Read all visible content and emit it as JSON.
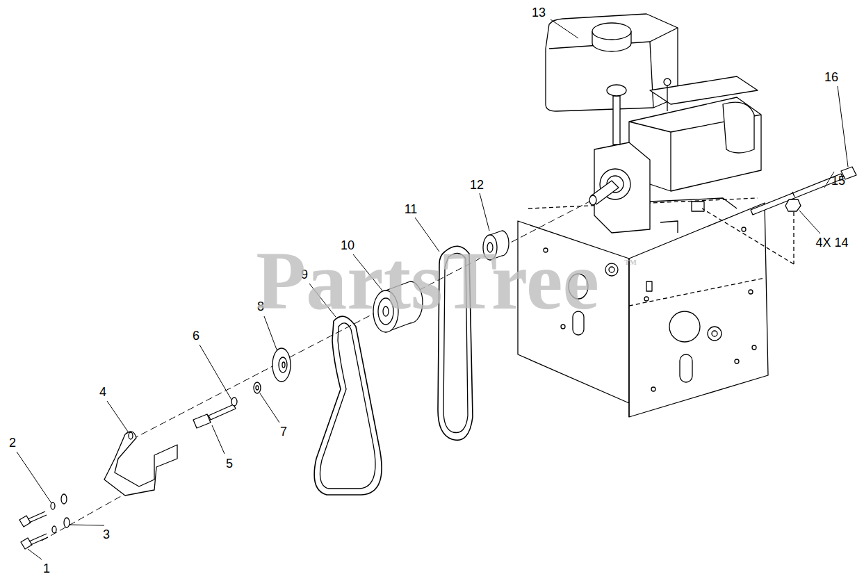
{
  "diagram": {
    "labels": [
      "13",
      "16",
      "12",
      "15",
      "11",
      "4X 14",
      "10",
      "9",
      "8",
      "6",
      "4",
      "2",
      "7",
      "5",
      "3",
      "1",
      "PartsTree",
      "TM"
    ]
  }
}
